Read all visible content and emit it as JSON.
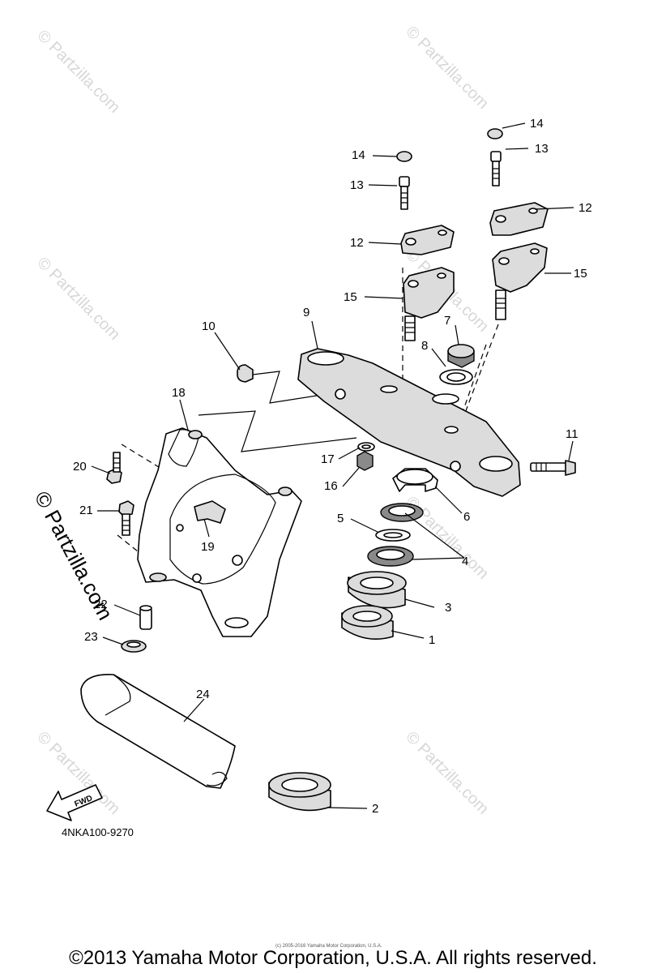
{
  "watermark": {
    "text": "© Partzilla.com",
    "large_text": "© Partzilla.com"
  },
  "callouts": {
    "n1": "1",
    "n2": "2",
    "n3": "3",
    "n4": "4",
    "n5": "5",
    "n6": "6",
    "n7": "7",
    "n8": "8",
    "n9": "9",
    "n10": "10",
    "n11": "11",
    "n12": "12",
    "n13": "13",
    "n14": "14",
    "n15": "15",
    "n16": "16",
    "n17": "17",
    "n18": "18",
    "n19": "19",
    "n20": "20",
    "n21": "21",
    "n22": "22",
    "n23": "23",
    "n24": "24"
  },
  "fwd_label": "FWD",
  "diagram_code": "4NKA100-9270",
  "tiny_copyright": "(c) 2005-2016 Yamaha Motor Corporation, U.S.A.",
  "copyright": "©2013 Yamaha Motor Corporation, U.S.A. All rights reserved."
}
